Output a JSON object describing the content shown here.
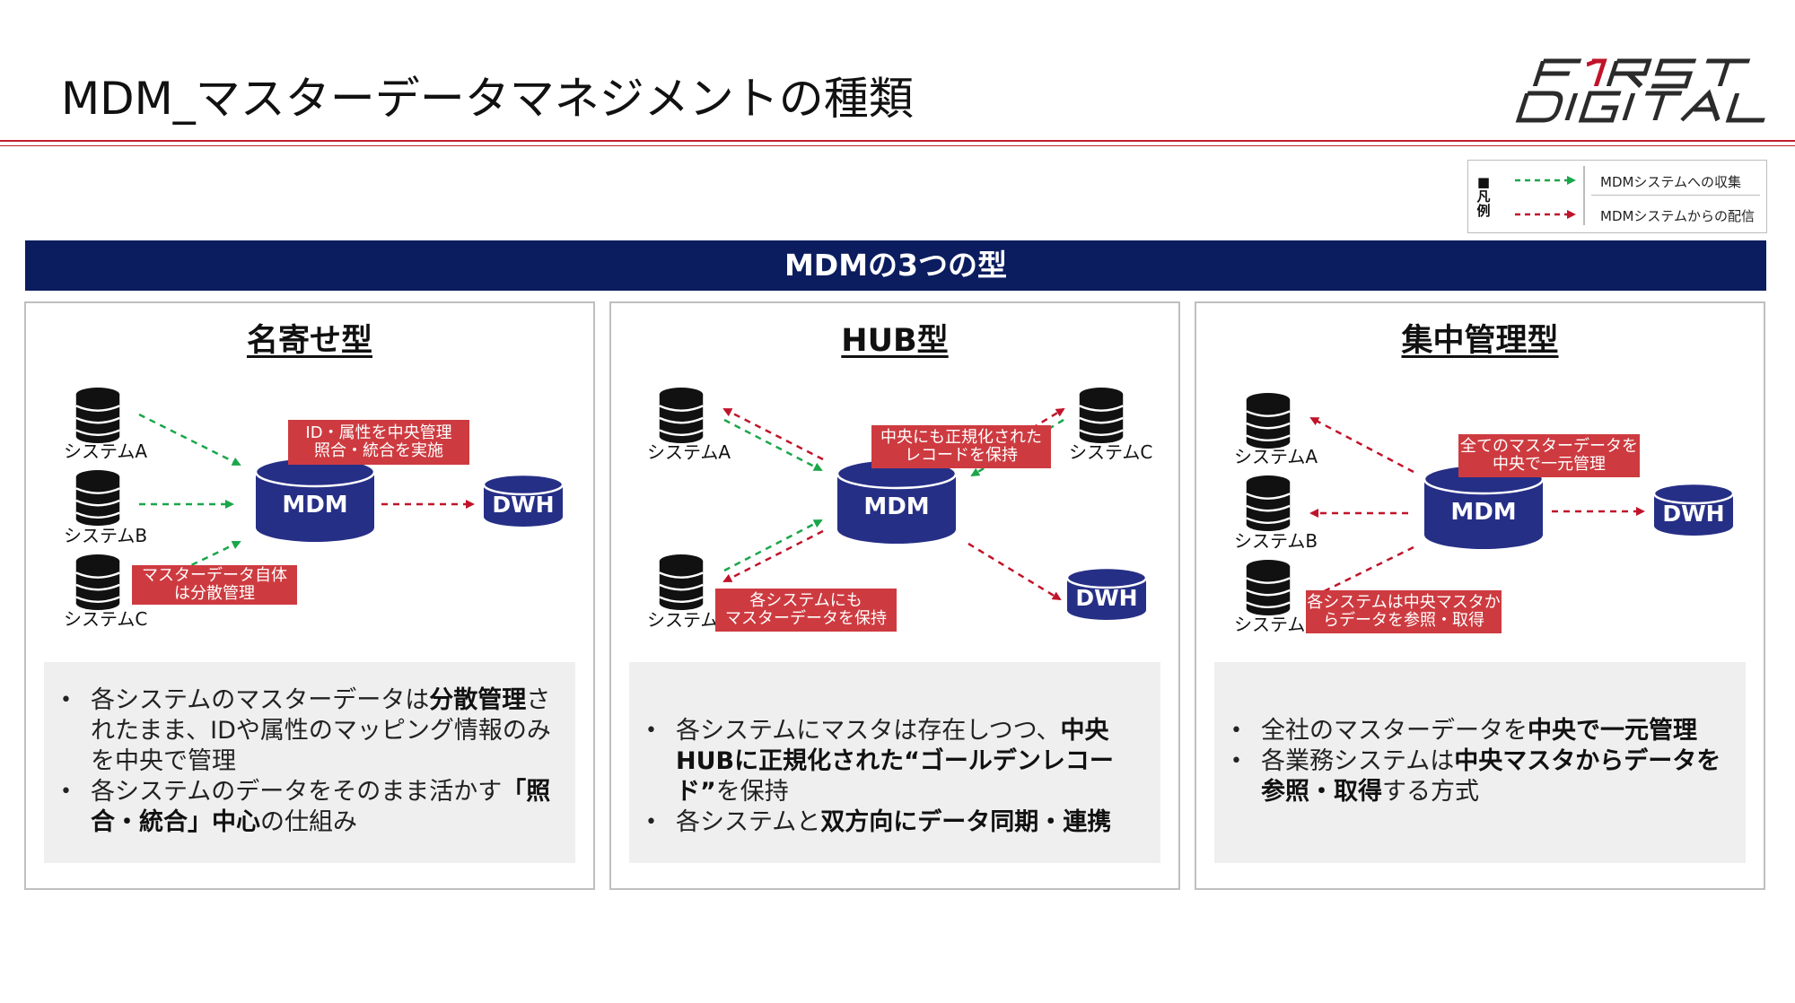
{
  "header": {
    "title": "MDM_マスターデータマネジメントの種類",
    "logo_text": [
      "FIRST",
      "DIGITAL"
    ]
  },
  "legend": {
    "heading": "■凡例",
    "items": [
      {
        "label": "MDMシステムへの収集",
        "color": "#1aa64a"
      },
      {
        "label": "MDMシステムからの配信",
        "color": "#c0142a"
      }
    ]
  },
  "banner": {
    "title": "MDMの3つの型"
  },
  "colors": {
    "navy": "#0b1d5e",
    "note_red": "#cd3b40",
    "collect_green": "#1aa64a",
    "deliver_red": "#c0142a",
    "db_black": "#111111",
    "box_gray": "#efefef"
  },
  "panels": [
    {
      "title": "名寄せ型",
      "mdm": "MDM",
      "dwh": "DWH",
      "systems": [
        "システムA",
        "システムB",
        "システムC"
      ],
      "note_top": [
        "ID・属性を中央管理",
        "照合・統合を実施"
      ],
      "note_bottom": [
        "マスターデータ自体",
        "は分散管理"
      ],
      "bullets": [
        [
          {
            "t": "各システムのマスターデータは"
          },
          {
            "t": "分散管理",
            "b": true
          },
          {
            "t": "されたまま、IDや属性のマッピング情報のみを中央で管理"
          }
        ],
        [
          {
            "t": "各システムのデータをそのまま活かす"
          },
          {
            "t": "「照合・統合」中心",
            "b": true
          },
          {
            "t": "の仕組み"
          }
        ]
      ]
    },
    {
      "title": "HUB型",
      "mdm": "MDM",
      "dwh": "DWH",
      "systems": [
        "システムA",
        "システムB",
        "システムC"
      ],
      "note_top": [
        "中央にも正規化された",
        "レコードを保持"
      ],
      "note_bottom": [
        "各システムにも",
        "マスターデータを保持"
      ],
      "bullets": [
        [
          {
            "t": "各システムにマスタは存在しつつ、"
          },
          {
            "t": "中央HUBに正規化された“ゴールデンレコード”",
            "b": true
          },
          {
            "t": "を保持"
          }
        ],
        [
          {
            "t": "各システムと"
          },
          {
            "t": "双方向にデータ同期・連携",
            "b": true
          }
        ]
      ]
    },
    {
      "title": "集中管理型",
      "mdm": "MDM",
      "dwh": "DWH",
      "systems": [
        "システムA",
        "システムB",
        "システムC"
      ],
      "note_top": [
        "全てのマスターデータを",
        "中央で一元管理"
      ],
      "note_bottom": [
        "各システムは中央マスタか",
        "らデータを参照・取得"
      ],
      "bullets": [
        [
          {
            "t": "全社のマスターデータを"
          },
          {
            "t": "中央で一元管理",
            "b": true
          }
        ],
        [
          {
            "t": "各業務システムは"
          },
          {
            "t": "中央マスタからデータを参照・取得",
            "b": true
          },
          {
            "t": "する方式"
          }
        ]
      ]
    }
  ]
}
